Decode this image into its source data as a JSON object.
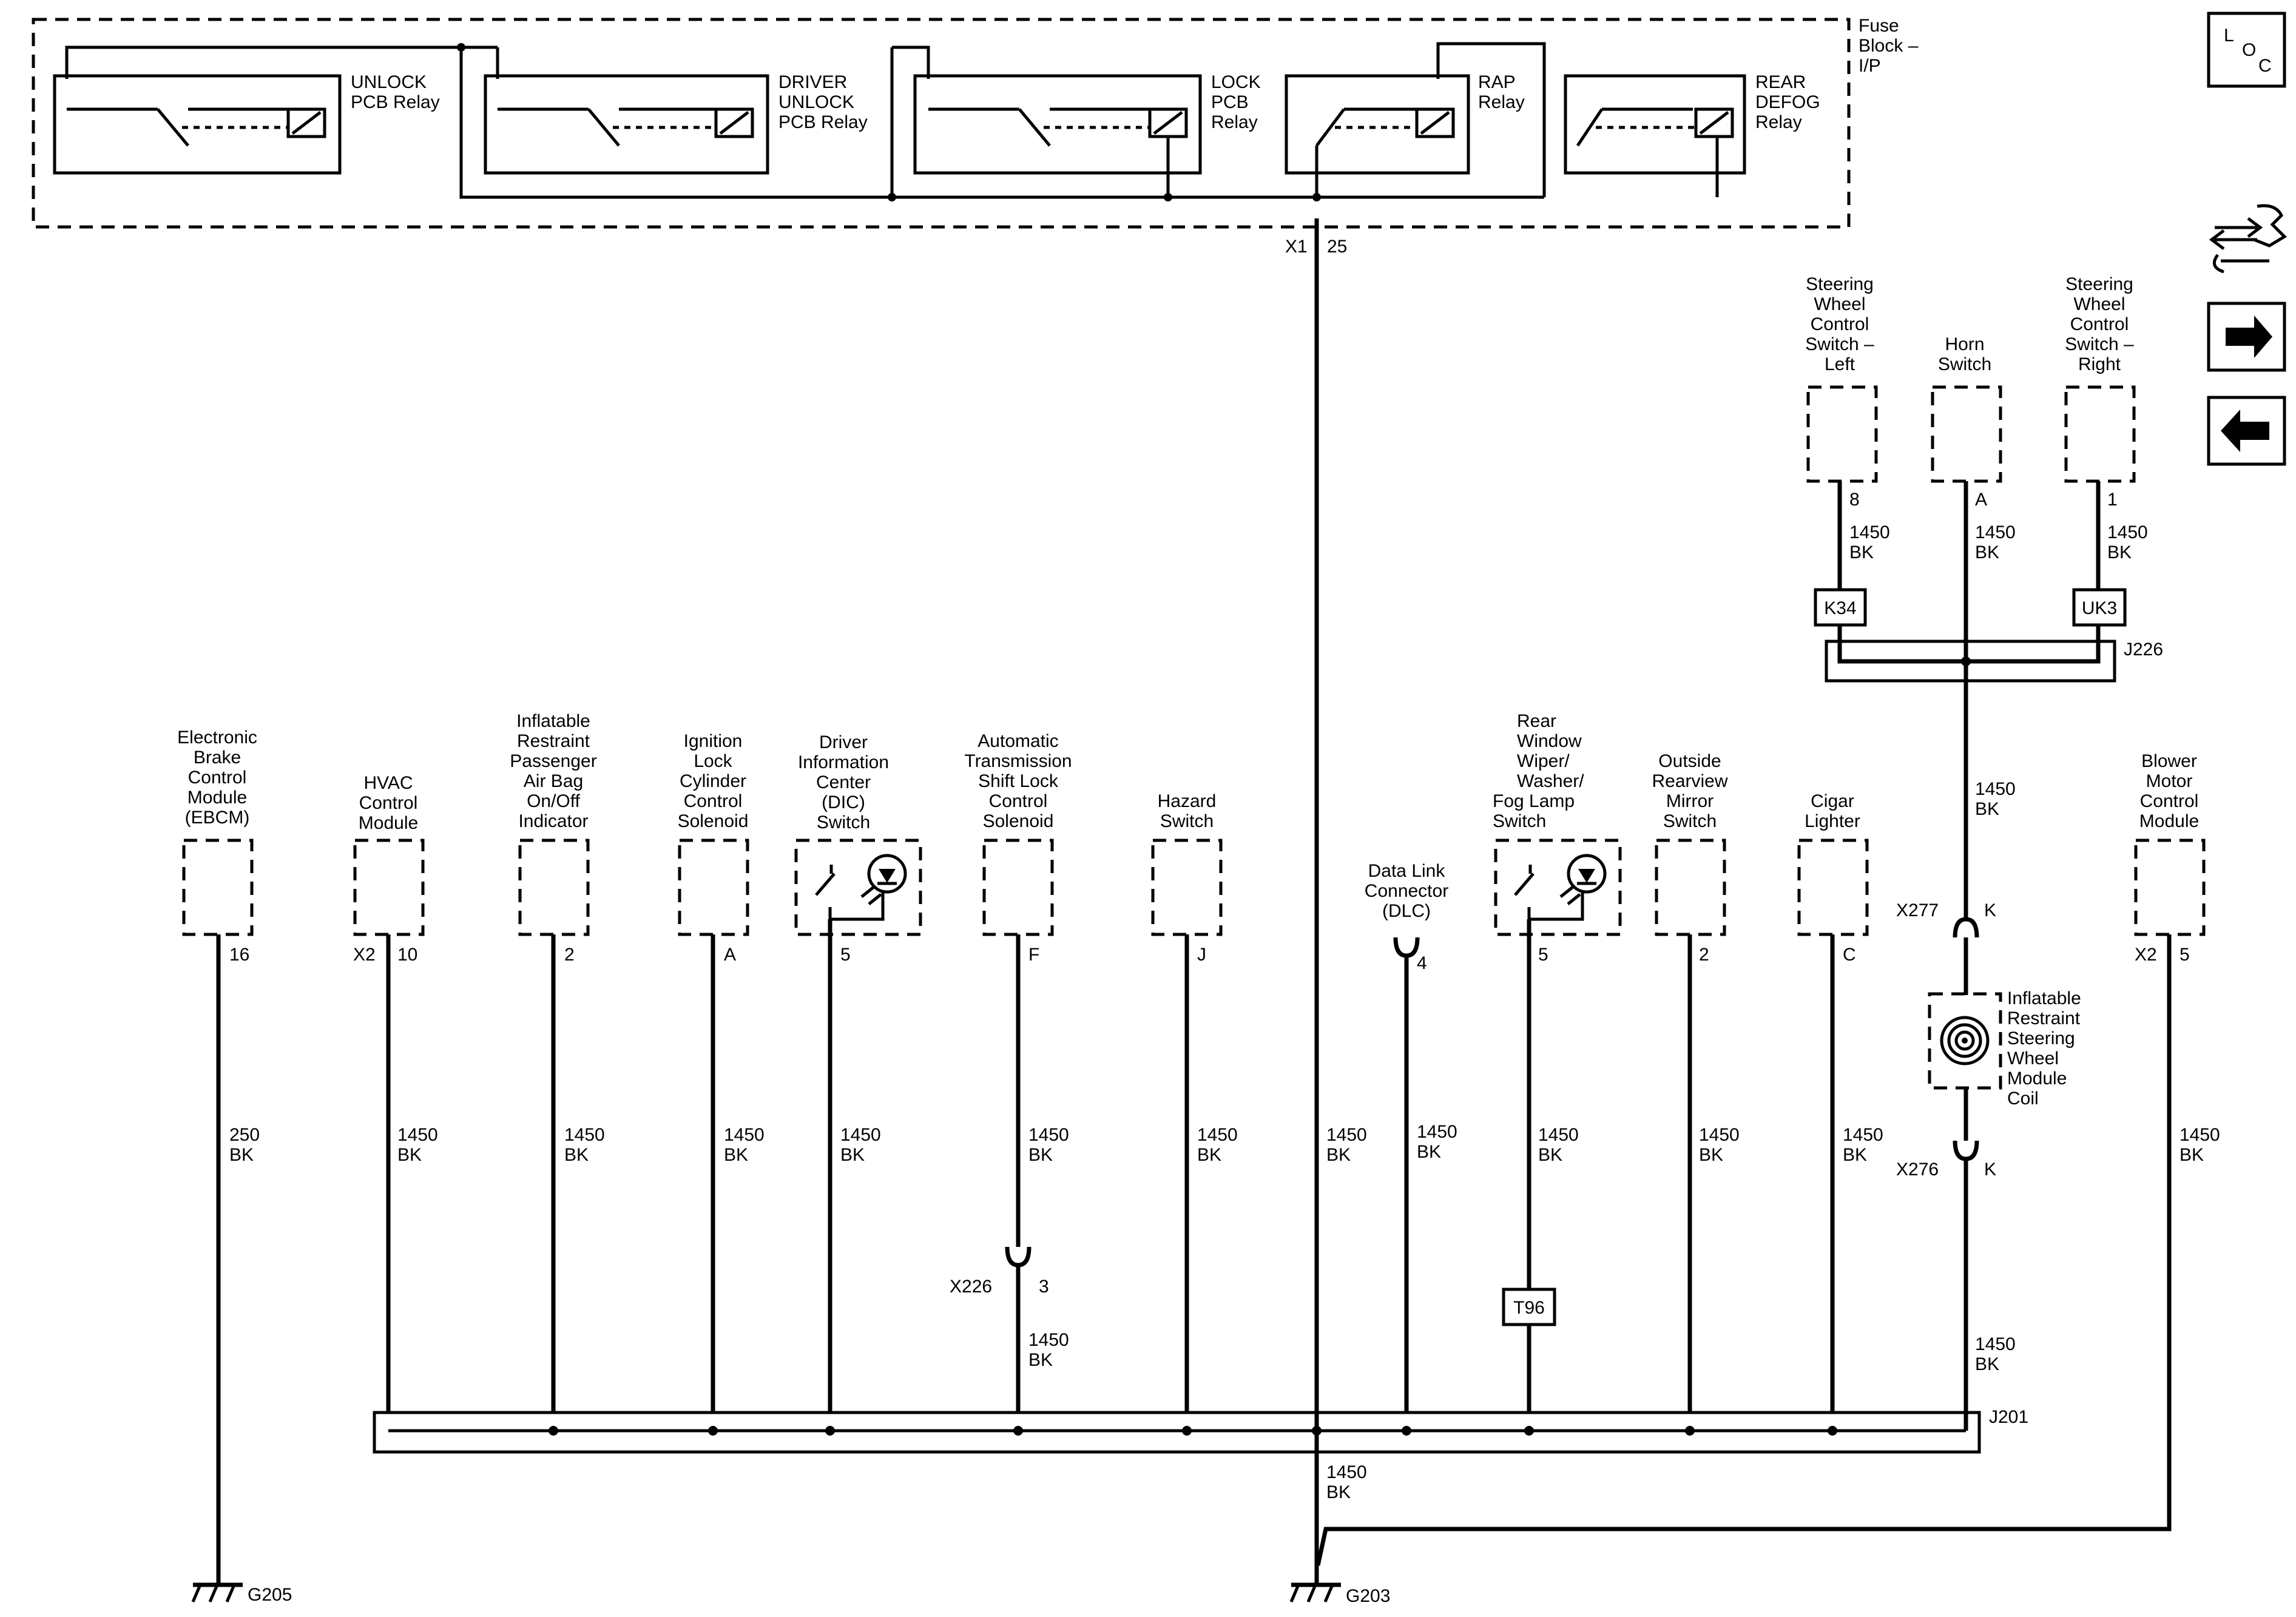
{
  "fuse_block": {
    "label": [
      "Fuse",
      "Block –",
      "I/P"
    ],
    "relays": [
      {
        "label": [
          "UNLOCK",
          "PCB Relay"
        ]
      },
      {
        "label": [
          "DRIVER",
          "UNLOCK",
          "PCB Relay"
        ]
      },
      {
        "label": [
          "LOCK",
          "PCB",
          "Relay"
        ]
      },
      {
        "label": [
          "RAP",
          "Relay"
        ]
      },
      {
        "label": [
          "REAR",
          "DEFOG",
          "Relay"
        ]
      }
    ],
    "connector": "X1",
    "pin": "25"
  },
  "nav": {
    "loc_letters": [
      "L",
      "O",
      "C"
    ],
    "icons": [
      "schematic-reference-icon",
      "arrow-right-icon",
      "arrow-left-icon"
    ]
  },
  "steering_components": [
    {
      "name": [
        "Steering",
        "Wheel",
        "Control",
        "Switch –",
        "Left"
      ],
      "pin": "8",
      "wire": [
        "1450",
        "BK"
      ],
      "splice": "K34"
    },
    {
      "name": [
        "Horn",
        "Switch"
      ],
      "pin": "A",
      "wire": [
        "1450",
        "BK"
      ]
    },
    {
      "name": [
        "Steering",
        "Wheel",
        "Control",
        "Switch –",
        "Right"
      ],
      "pin": "1",
      "wire": [
        "1450",
        "BK"
      ],
      "splice": "UK3"
    }
  ],
  "splice_j226": "J226",
  "coil_circuit": {
    "wire_upper": [
      "1450",
      "BK"
    ],
    "x277": {
      "connector": "X277",
      "pin": "K"
    },
    "coil": [
      "Inflatable",
      "Restraint",
      "Steering",
      "Wheel",
      "Module",
      "Coil"
    ],
    "x276": {
      "connector": "X276",
      "pin": "K"
    },
    "wire_lower": [
      "1450",
      "BK"
    ]
  },
  "main_wire": [
    "1450",
    "BK"
  ],
  "components": [
    {
      "name": [
        "Electronic",
        "Brake",
        "Control",
        "Module",
        "(EBCM)"
      ],
      "connector": "",
      "pin": "16",
      "wire": [
        "250",
        "BK"
      ]
    },
    {
      "name": [
        "HVAC",
        "Control",
        "Module"
      ],
      "connector": "X2",
      "pin": "10",
      "wire": [
        "1450",
        "BK"
      ]
    },
    {
      "name": [
        "Inflatable",
        "Restraint",
        "Passenger",
        "Air Bag",
        "On/Off",
        "Indicator"
      ],
      "connector": "",
      "pin": "2",
      "wire": [
        "1450",
        "BK"
      ]
    },
    {
      "name": [
        "Ignition",
        "Lock",
        "Cylinder",
        "Control",
        "Solenoid"
      ],
      "connector": "",
      "pin": "A",
      "wire": [
        "1450",
        "BK"
      ]
    },
    {
      "name": [
        "Driver",
        "Information",
        "Center",
        "(DIC)",
        "Switch"
      ],
      "connector": "",
      "pin": "5",
      "wire": [
        "1450",
        "BK"
      ]
    },
    {
      "name": [
        "Automatic",
        "Transmission",
        "Shift Lock",
        "Control",
        "Solenoid"
      ],
      "connector": "",
      "pin": "F",
      "wire": [
        "1450",
        "BK"
      ],
      "inline": {
        "connector": "X226",
        "pin": "3"
      },
      "wire_lower": [
        "1450",
        "BK"
      ]
    },
    {
      "name": [
        "Hazard",
        "Switch"
      ],
      "connector": "",
      "pin": "J",
      "wire": [
        "1450",
        "BK"
      ]
    },
    {
      "name": [
        "Data Link",
        "Connector",
        "(DLC)"
      ],
      "connector": "",
      "pin": "4",
      "wire": [
        "1450",
        "BK"
      ]
    },
    {
      "name": [
        "Rear",
        "Window",
        "Wiper/",
        "Washer/",
        "Fog Lamp",
        "Switch"
      ],
      "connector": "",
      "pin": "5",
      "wire": [
        "1450",
        "BK"
      ],
      "splice": "T96"
    },
    {
      "name": [
        "Outside",
        "Rearview",
        "Mirror",
        "Switch"
      ],
      "connector": "",
      "pin": "2",
      "wire": [
        "1450",
        "BK"
      ]
    },
    {
      "name": [
        "Cigar",
        "Lighter"
      ],
      "connector": "",
      "pin": "C",
      "wire": [
        "1450",
        "BK"
      ]
    },
    {
      "name": [
        "Blower",
        "Motor",
        "Control",
        "Module"
      ],
      "connector": "X2",
      "pin": "5",
      "wire": [
        "1450",
        "BK"
      ]
    }
  ],
  "splice_j201": "J201",
  "ground_wire": [
    "1450",
    "BK"
  ],
  "grounds": {
    "left": "G205",
    "main": "G203"
  }
}
